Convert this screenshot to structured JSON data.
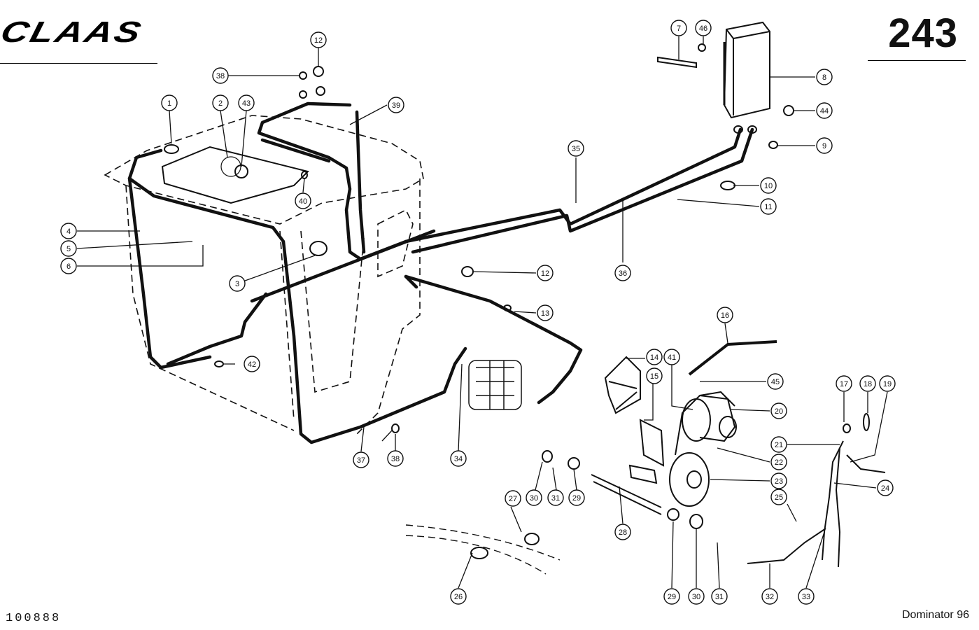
{
  "header": {
    "brand": "CLAAS",
    "page_number": "243"
  },
  "footer": {
    "document_number": "100888",
    "model": "Dominator 96"
  },
  "callouts": [
    "1",
    "2",
    "3",
    "4",
    "5",
    "6",
    "7",
    "8",
    "9",
    "10",
    "11",
    "12",
    "12",
    "13",
    "14",
    "15",
    "16",
    "17",
    "18",
    "19",
    "20",
    "21",
    "22",
    "23",
    "24",
    "25",
    "26",
    "27",
    "28",
    "29",
    "29",
    "30",
    "30",
    "31",
    "31",
    "32",
    "33",
    "34",
    "35",
    "36",
    "37",
    "38",
    "38",
    "39",
    "40",
    "41",
    "42",
    "43",
    "44",
    "45",
    "46"
  ],
  "colors": {
    "ink": "#111111",
    "paper": "#ffffff"
  }
}
